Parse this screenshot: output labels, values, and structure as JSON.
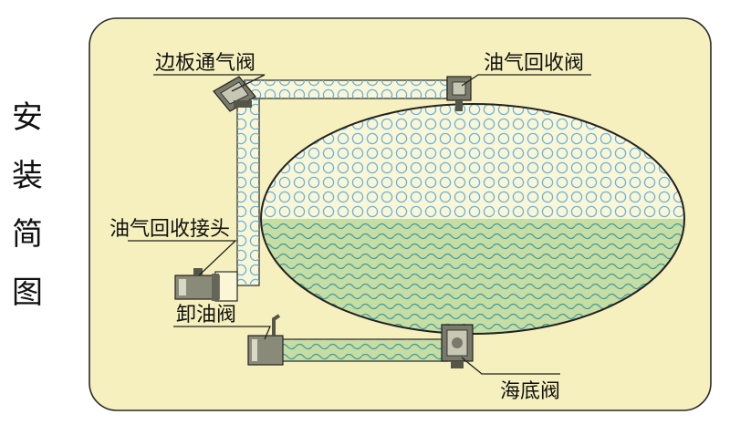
{
  "side_title": [
    "安",
    "装",
    "简",
    "图"
  ],
  "labels": {
    "side_vent_valve": "边板通气阀",
    "vapor_recovery_valve": "油气回收阀",
    "vapor_recovery_connector": "油气回收接头",
    "discharge_valve": "卸油阀",
    "bottom_valve": "海底阀"
  },
  "colors": {
    "panel_fill": "#f6f0be",
    "panel_stroke": "#2a2a2a",
    "vapor_circles": "#6ab4dc",
    "liquid_fill": "#c6dda4",
    "liquid_wave": "#3e9ca0",
    "component_fill": "#7a7a6a"
  }
}
